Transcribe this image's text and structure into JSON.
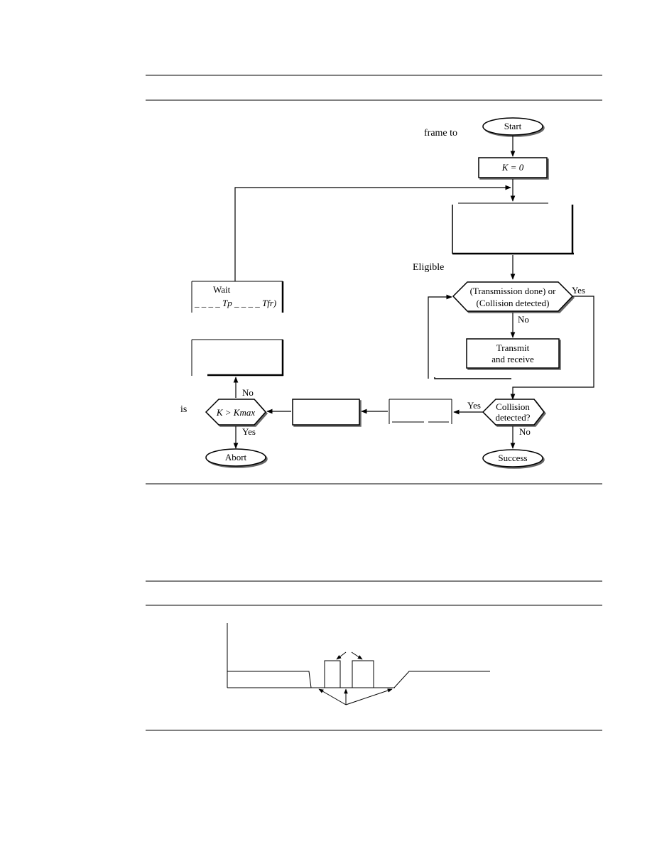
{
  "flowchart": {
    "side_text": {
      "frame_to": "frame to",
      "eligible": "Eligible",
      "is": "is"
    },
    "nodes": {
      "start": "Start",
      "k_zero": "K = 0",
      "wait_label": "Wait",
      "wait_formula": "_ _ _ _ Tp _ _ _ _ Tfr)",
      "tx_check_line1": "(Transmission done) or",
      "tx_check_line2": "(Collision detected)",
      "transmit_line1": "Transmit",
      "transmit_line2": "and receive",
      "collision_line1": "Collision",
      "collision_line2": "detected?",
      "k_check": "K > Kmax",
      "abort": "Abort",
      "success": "Success"
    },
    "edge_labels": {
      "yes_tx": "Yes",
      "no_tx": "No",
      "yes_collision": "Yes",
      "no_collision": "No",
      "no_k": "No",
      "yes_k": "Yes"
    }
  }
}
